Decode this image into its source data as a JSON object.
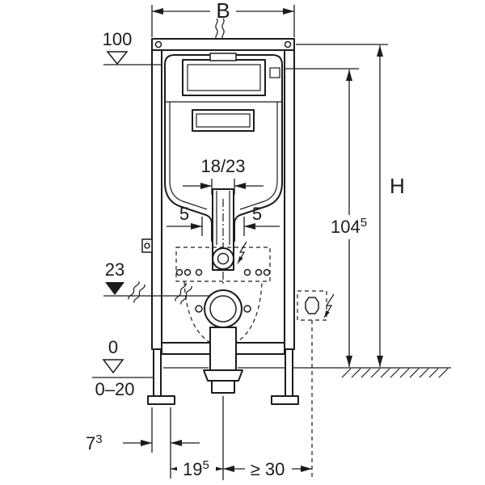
{
  "colors": {
    "line": "#1c1c1c",
    "background": "#ffffff"
  },
  "dims": {
    "width": "B",
    "height": "H",
    "level_top": "100",
    "flush_pipe": "18/23",
    "offset_left": "5",
    "offset_right": "5",
    "drain_level": "23",
    "floor_level": "0",
    "floor_range": "0–20",
    "side_clearance": "≥ 30",
    "inner_height": {
      "base": "104",
      "sup": "5"
    },
    "foot_offset": {
      "base": "7",
      "sup": "3"
    },
    "drain_offset": {
      "base": "19",
      "sup": "5"
    }
  },
  "symbols": {
    "level_marker_open": "▽",
    "level_marker_filled": "▼",
    "electrical_flash": "⚡",
    "pipe_break": "≈"
  }
}
